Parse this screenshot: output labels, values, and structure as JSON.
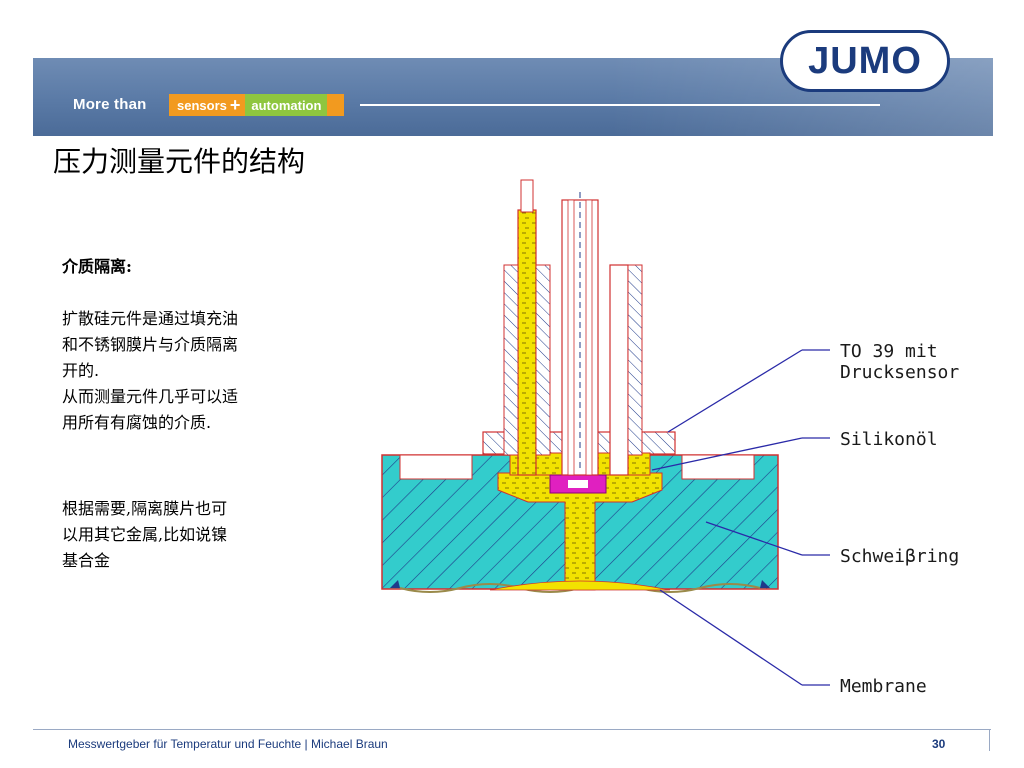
{
  "header": {
    "tagline_prefix": "More than",
    "tagline_sensors": "sensors",
    "tagline_plus": "+",
    "tagline_automation": "automation",
    "logo_text": "JUMO"
  },
  "slide": {
    "title": "压力测量元件的结构",
    "heading": "介质隔离:",
    "para1_lines": [
      "扩散硅元件是通过填充油",
      "和不锈钢膜片与介质隔离",
      "开的.",
      "从而测量元件几乎可以适",
      "用所有有腐蚀的介质."
    ],
    "para2_lines": [
      "根据需要,隔离膜片也可",
      "以用其它金属,比如说镍",
      "基合金"
    ]
  },
  "diagram": {
    "labels": {
      "to39_line1": "TO 39 mit",
      "to39_line2": "Drucksensor",
      "silikonol": "Silikonöl",
      "schweissring": "Schweiβring",
      "membrane": "Membrane"
    },
    "colors": {
      "body": "#33cccc",
      "oil": "#f2e200",
      "sensor": "#e020c0",
      "outline": "#d03030",
      "hatch": "#1f3a8a",
      "leader": "#2a2aa8"
    }
  },
  "footer": {
    "text": "Messwertgeber für Temperatur und Feuchte | Michael Braun",
    "page": "30"
  }
}
